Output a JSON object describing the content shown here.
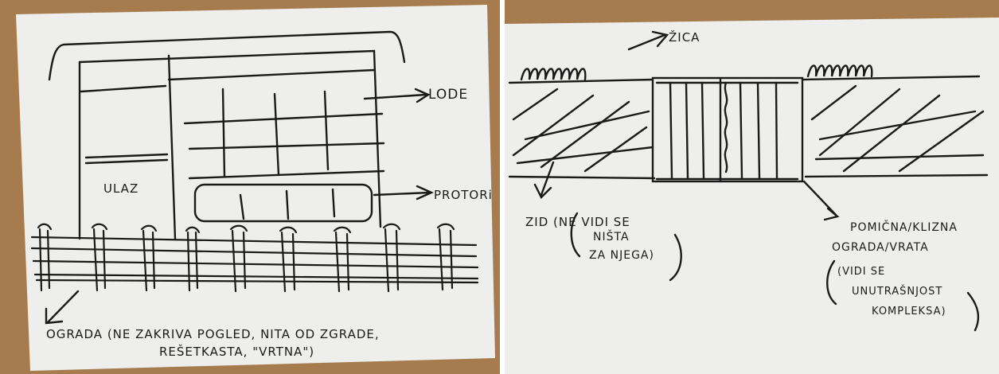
{
  "photos": {
    "left": {
      "labels": {
        "lode": "LODE",
        "ulaz": "ULAZ",
        "prostori": "PROTORi",
        "ograda_line1": "OGRADA (NE ZAKRIVA POGLED, NITA OD ZGRADE,",
        "ograda_line2": "REŠETKASTA, \"VRTNA\")"
      }
    },
    "right": {
      "labels": {
        "zica": "ŽICA",
        "zid_line1": "ZID (NE VIDI SE",
        "zid_line2": "NIŠTA",
        "zid_line3": "ZA NJEGA)",
        "pomicna_line1": "POMIČNA/KLIZNA",
        "pomicna_line2": "OGRADA/VRATA",
        "pomicna_line3": "(VIDI SE",
        "pomicna_line4": "UNUTRAŠNJOST",
        "pomicna_line5": "KOMPLEKSA)"
      }
    }
  },
  "colors": {
    "paper": "#eeeeec",
    "ink": "#1a1a1a",
    "table": "#9a7347"
  }
}
